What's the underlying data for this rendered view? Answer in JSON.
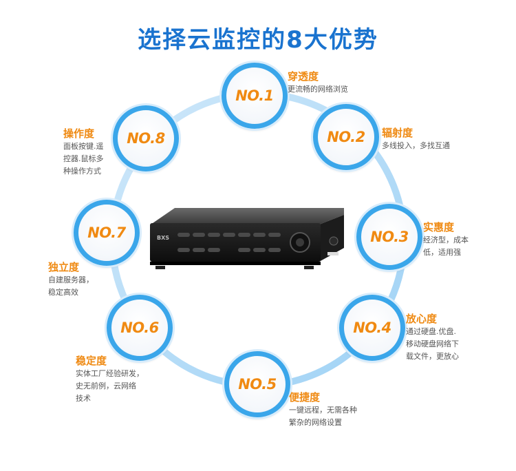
{
  "title": "选择云监控的8大优势",
  "colors": {
    "title": "#1a73cf",
    "ring": "#3aa6ea",
    "number": "#f08a12",
    "heading": "#ef8a13",
    "text": "#555555"
  },
  "device": {
    "brand": "BXS",
    "icon": "dvr-recorder-image"
  },
  "advantages": [
    {
      "number": "NO.1",
      "heading": "穿透度",
      "lines": [
        "更流畅的网络浏览"
      ]
    },
    {
      "number": "NO.2",
      "heading": "辐射度",
      "lines": [
        "多线投入，多找互通"
      ]
    },
    {
      "number": "NO.3",
      "heading": "实惠度",
      "lines": [
        "经济型，成本",
        "低，适用强"
      ]
    },
    {
      "number": "NO.4",
      "heading": "放心度",
      "lines": [
        "通过硬盘.优盘.",
        "移动硬盘网络下",
        "载文件，更放心"
      ]
    },
    {
      "number": "NO.5",
      "heading": "便捷度",
      "lines": [
        "一键远程，无需各种",
        "繁杂的网络设置"
      ]
    },
    {
      "number": "NO.6",
      "heading": "稳定度",
      "lines": [
        "实体工厂经验研发，",
        "史无前例，云网络",
        "技术"
      ]
    },
    {
      "number": "NO.7",
      "heading": "独立度",
      "lines": [
        "自建服务器，",
        "稳定高效"
      ]
    },
    {
      "number": "NO.8",
      "heading": "操作度",
      "lines": [
        "面板按键.遥",
        "控器.鼠标多",
        "种操作方式"
      ]
    }
  ]
}
